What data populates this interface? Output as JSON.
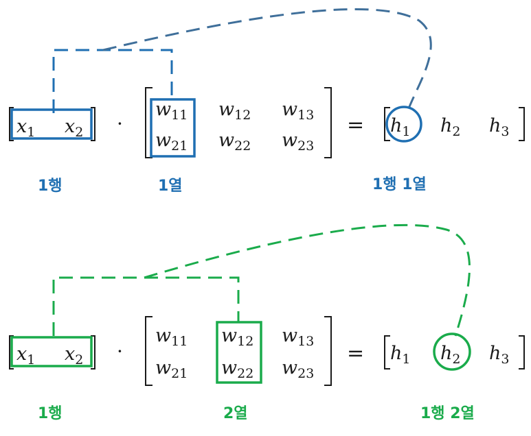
{
  "colors": {
    "blue": "#1f6fb2",
    "blue_curve": "#3f6f9a",
    "green": "#1aab4b",
    "ink": "#1a1a1a"
  },
  "diagrams": [
    {
      "x": [
        "x",
        "x"
      ],
      "x_sub": [
        "1",
        "2"
      ],
      "dot": "·",
      "w_row1": [
        "w",
        "w",
        "w"
      ],
      "w_row1_sub": [
        "11",
        "12",
        "13"
      ],
      "w_row2": [
        "w",
        "w",
        "w"
      ],
      "w_row2_sub": [
        "21",
        "22",
        "23"
      ],
      "equals": "=",
      "h": [
        "h",
        "h",
        "h"
      ],
      "h_sub": [
        "1",
        "2",
        "3"
      ],
      "label_row": "1행",
      "label_col": "1열",
      "label_result": "1행 1열"
    },
    {
      "x": [
        "x",
        "x"
      ],
      "x_sub": [
        "1",
        "2"
      ],
      "dot": "·",
      "w_row1": [
        "w",
        "w",
        "w"
      ],
      "w_row1_sub": [
        "11",
        "12",
        "13"
      ],
      "w_row2": [
        "w",
        "w",
        "w"
      ],
      "w_row2_sub": [
        "21",
        "22",
        "23"
      ],
      "equals": "=",
      "h": [
        "h",
        "h",
        "h"
      ],
      "h_sub": [
        "1",
        "2",
        "3"
      ],
      "label_row": "1행",
      "label_col": "2열",
      "label_result": "1행 2열"
    }
  ]
}
